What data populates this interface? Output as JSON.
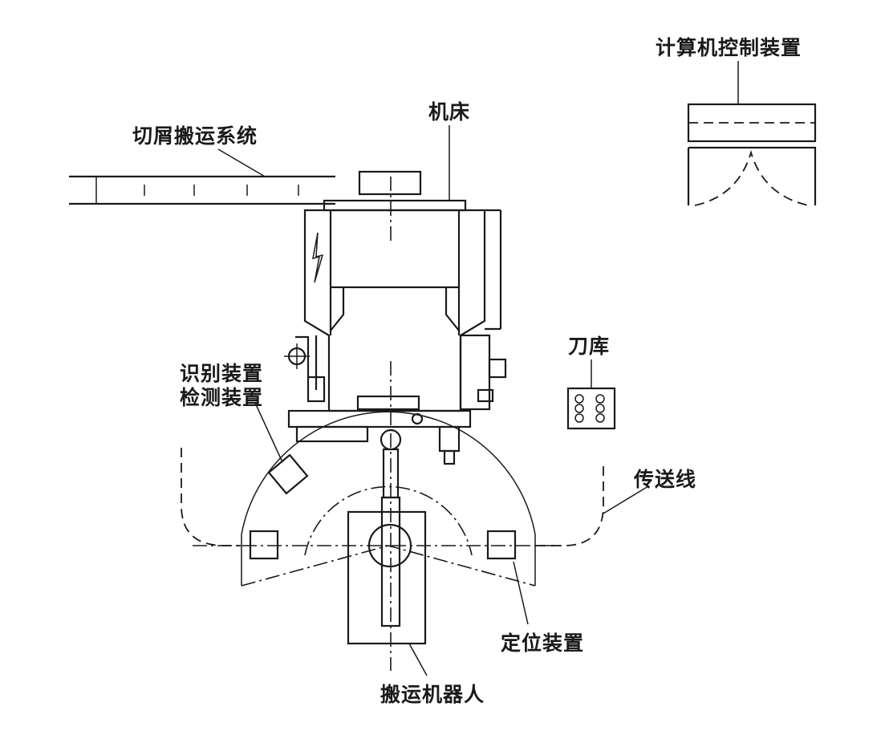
{
  "labels": {
    "computer_control": "计算机控制装置",
    "chip_conveyor": "切屑搬运系统",
    "machine_tool": "机床",
    "tool_magazine": "刀库",
    "recognition_device": "识别装置",
    "detection_device": "检测装置",
    "conveyor_line": "传送线",
    "positioning_device": "定位装置",
    "handling_robot": "搬运机器人"
  },
  "colors": {
    "ink": "#1a1a1a",
    "background": "#ffffff"
  }
}
